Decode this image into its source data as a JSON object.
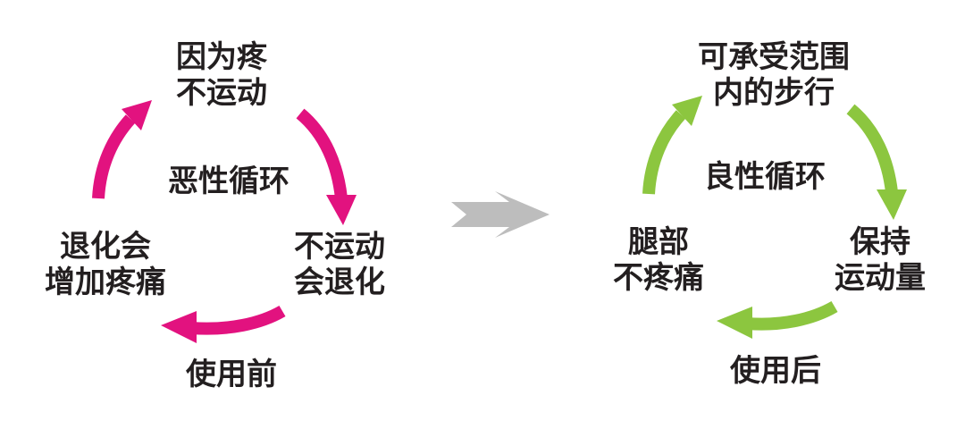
{
  "colors": {
    "vicious": "#e2127f",
    "virtuous": "#8cc63f",
    "transition": "#bdbdbd",
    "text": "#231f20"
  },
  "before": {
    "center": "恶性循环",
    "top": [
      "因为疼",
      "不运动"
    ],
    "right": [
      "不运动",
      "会退化"
    ],
    "left": [
      "退化会",
      "增加疼痛"
    ],
    "caption": "使用前"
  },
  "after": {
    "center": "良性循环",
    "top": [
      "可承受范围",
      "内的步行"
    ],
    "right": [
      "保持",
      "运动量"
    ],
    "left": [
      "腿部",
      "不疼痛"
    ],
    "caption": "使用后"
  }
}
